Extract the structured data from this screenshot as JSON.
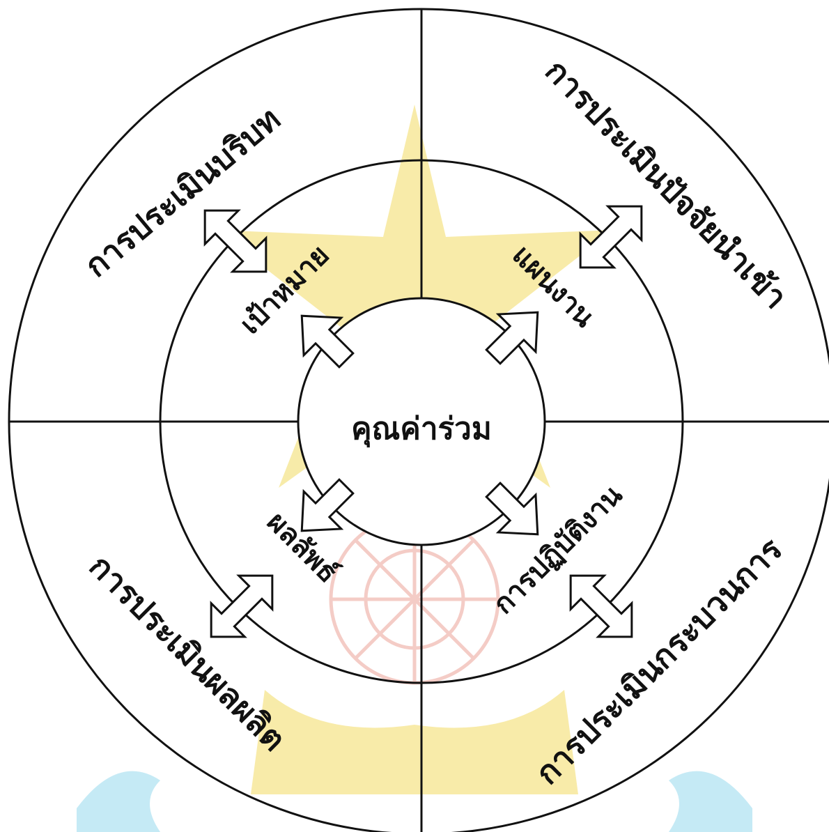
{
  "diagram": {
    "center_label": "คุณค่าร่วม",
    "outer_labels": {
      "top_left": "การประเมินบริบท",
      "top_right": "การประเมินปัจจัยนำเข้า",
      "bottom_left": "การประเมินผลผลิต",
      "bottom_right": "การประเมินกระบวนการ"
    },
    "inner_labels": {
      "top_left": "เป้าหมาย",
      "top_right": "แผนงาน",
      "bottom_left": "ผลลัพธ์",
      "bottom_right": "การปฏิบัติงาน"
    }
  },
  "colors": {
    "line": "#111111",
    "watermark_yellow": "#f7e9a0",
    "watermark_red": "#f3c7c0",
    "watermark_cyan": "#bfe8f4"
  }
}
